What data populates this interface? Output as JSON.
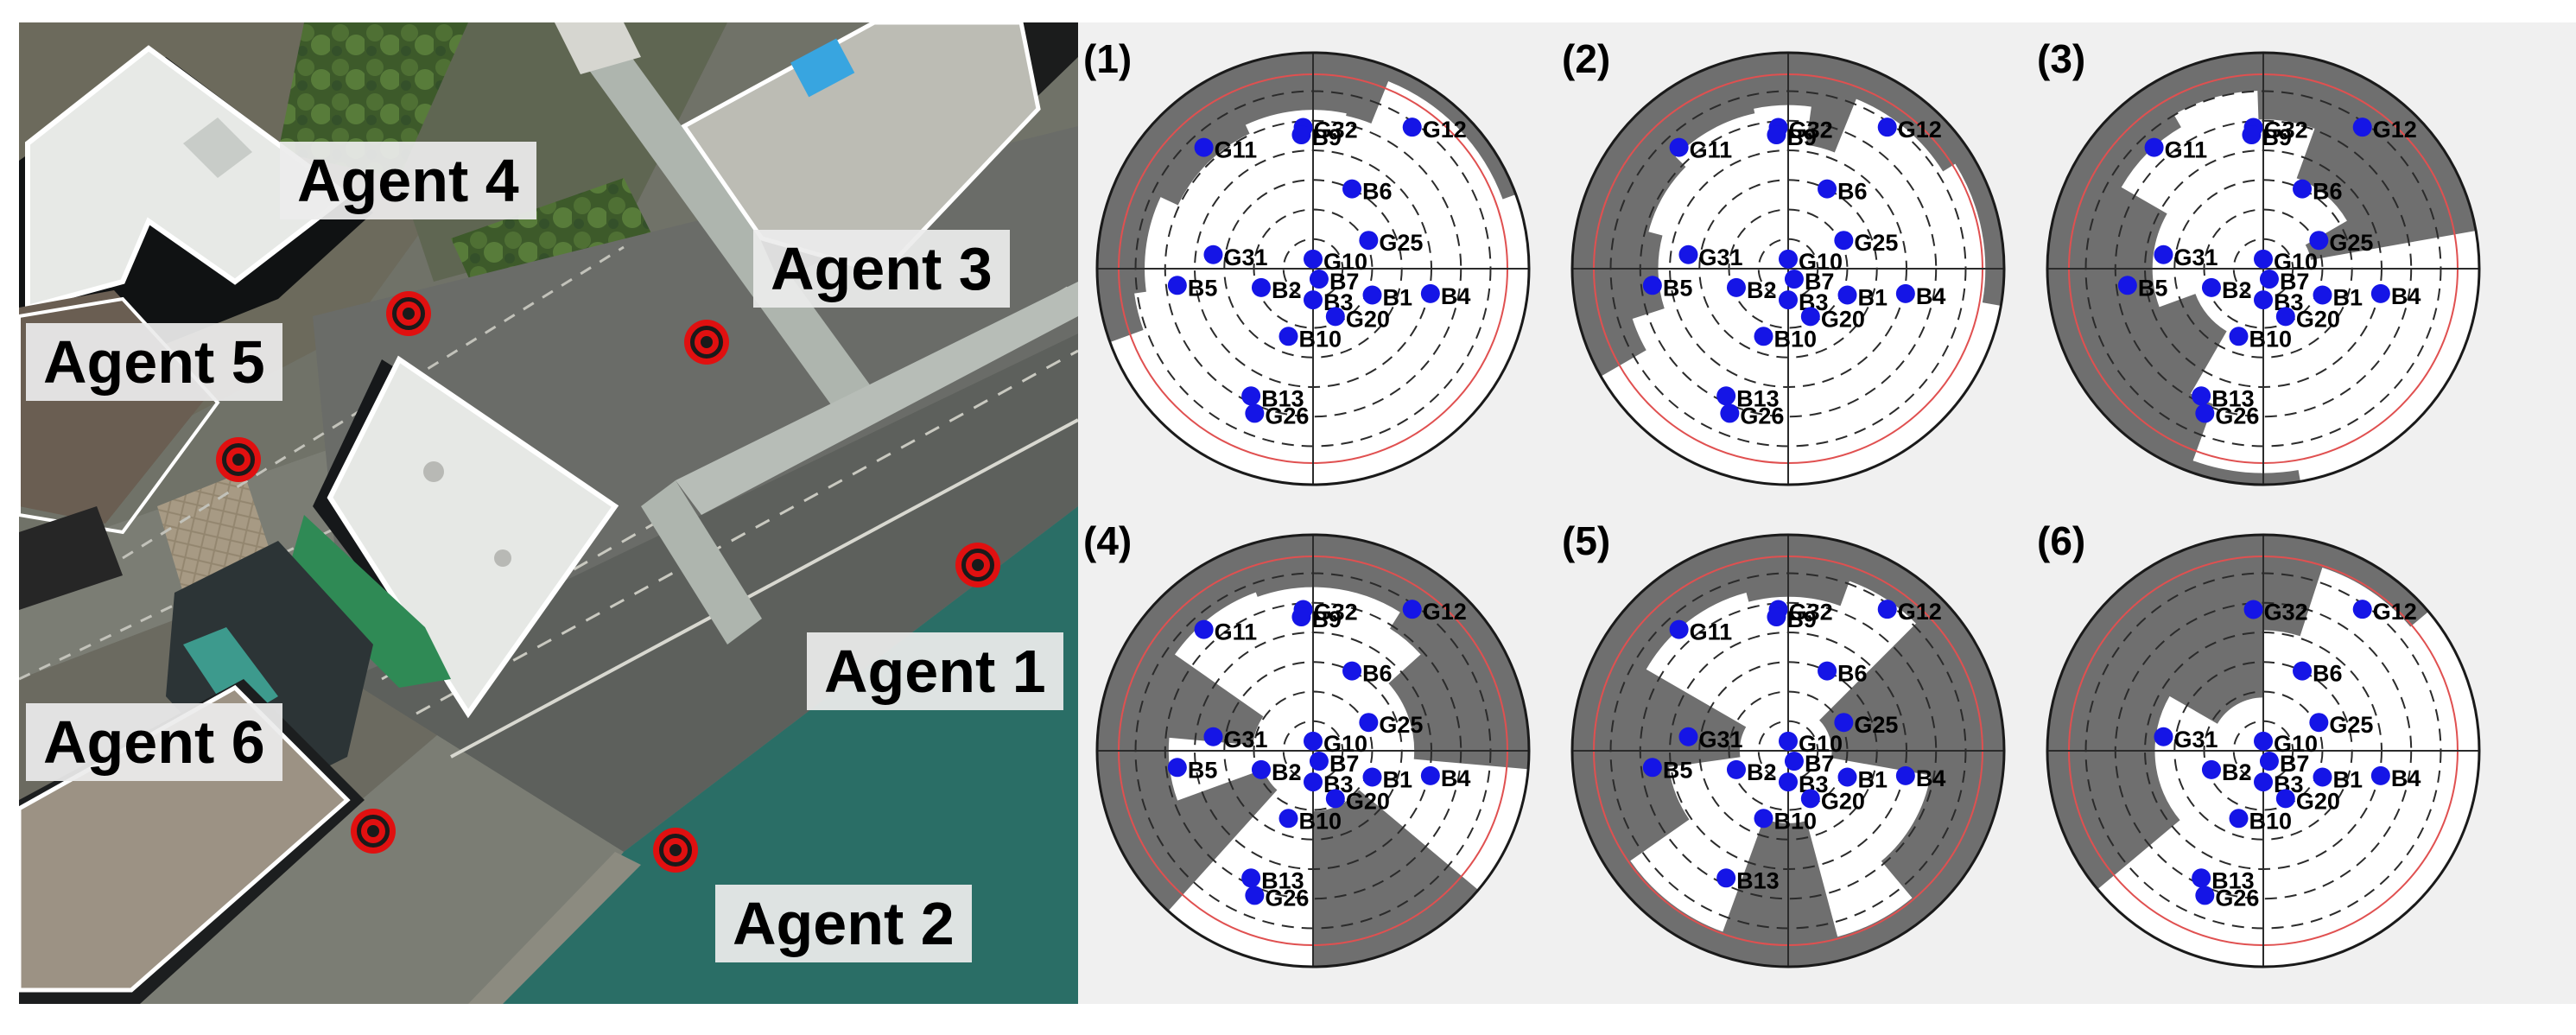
{
  "map": {
    "agents": [
      {
        "id": "agent-4",
        "label": "Agent 4"
      },
      {
        "id": "agent-3",
        "label": "Agent 3"
      },
      {
        "id": "agent-5",
        "label": "Agent 5"
      },
      {
        "id": "agent-1",
        "label": "Agent 1"
      },
      {
        "id": "agent-6",
        "label": "Agent 6"
      },
      {
        "id": "agent-2",
        "label": "Agent 2"
      }
    ],
    "colors": {
      "marker": "#e01010",
      "water": "#2a6e66",
      "building_roof": "#e7e9e6"
    }
  },
  "skyplots": {
    "colors": {
      "blocked": "#6f6f6f",
      "open": "#ffffff",
      "satellite": "#1515e6",
      "elevation_mask": "#e05050",
      "grid": "#2b2b2b"
    },
    "panels": [
      {
        "tag": "(1)",
        "satellites": [
          {
            "id": "G11",
            "az": 318,
            "el": 22
          },
          {
            "id": "G32",
            "az": 356,
            "el": 31
          },
          {
            "id": "B9",
            "az": 355,
            "el": 34
          },
          {
            "id": "G12",
            "az": 35,
            "el": 18
          },
          {
            "id": "B6",
            "az": 26,
            "el": 53
          },
          {
            "id": "G25",
            "az": 63,
            "el": 64
          },
          {
            "id": "G10",
            "az": 0,
            "el": 86
          },
          {
            "id": "G31",
            "az": 278,
            "el": 48
          },
          {
            "id": "B5",
            "az": 263,
            "el": 33
          },
          {
            "id": "B7",
            "az": 150,
            "el": 85
          },
          {
            "id": "B2",
            "az": 250,
            "el": 67
          },
          {
            "id": "B3",
            "az": 180,
            "el": 77
          },
          {
            "id": "B1",
            "az": 114,
            "el": 63
          },
          {
            "id": "B4",
            "az": 102,
            "el": 40
          },
          {
            "id": "G20",
            "az": 155,
            "el": 68
          },
          {
            "id": "B10",
            "az": 200,
            "el": 60
          },
          {
            "id": "B13",
            "az": 206,
            "el": 31
          },
          {
            "id": "G26",
            "az": 202,
            "el": 25
          }
        ],
        "open_sky": [
          [
            295,
            335,
            90,
            28
          ],
          [
            335,
            12,
            90,
            24
          ],
          [
            12,
            22,
            90,
            25
          ],
          [
            22,
            70,
            90,
            6
          ],
          [
            70,
            110,
            90,
            0
          ],
          [
            110,
            150,
            90,
            0
          ],
          [
            150,
            210,
            90,
            0
          ],
          [
            210,
            250,
            90,
            0
          ],
          [
            250,
            262,
            90,
            15
          ],
          [
            262,
            295,
            90,
            20
          ]
        ]
      },
      {
        "tag": "(2)",
        "satellites": [
          {
            "id": "G11",
            "az": 318,
            "el": 22
          },
          {
            "id": "G32",
            "az": 356,
            "el": 31
          },
          {
            "id": "B9",
            "az": 355,
            "el": 34
          },
          {
            "id": "G12",
            "az": 35,
            "el": 18
          },
          {
            "id": "B6",
            "az": 26,
            "el": 53
          },
          {
            "id": "G25",
            "az": 63,
            "el": 64
          },
          {
            "id": "G10",
            "az": 0,
            "el": 86
          },
          {
            "id": "G31",
            "az": 278,
            "el": 48
          },
          {
            "id": "B5",
            "az": 263,
            "el": 33
          },
          {
            "id": "B7",
            "az": 150,
            "el": 85
          },
          {
            "id": "B2",
            "az": 250,
            "el": 67
          },
          {
            "id": "B3",
            "az": 180,
            "el": 77
          },
          {
            "id": "B1",
            "az": 114,
            "el": 63
          },
          {
            "id": "B4",
            "az": 102,
            "el": 40
          },
          {
            "id": "G20",
            "az": 155,
            "el": 68
          },
          {
            "id": "B10",
            "az": 200,
            "el": 60
          },
          {
            "id": "B13",
            "az": 206,
            "el": 31
          },
          {
            "id": "G26",
            "az": 202,
            "el": 25
          }
        ],
        "open_sky": [
          [
            285,
            315,
            90,
            30
          ],
          [
            315,
            348,
            90,
            24
          ],
          [
            348,
            8,
            90,
            22
          ],
          [
            8,
            22,
            90,
            38
          ],
          [
            22,
            58,
            90,
            14
          ],
          [
            58,
            100,
            90,
            8
          ],
          [
            100,
            150,
            90,
            0
          ],
          [
            150,
            210,
            90,
            0
          ],
          [
            210,
            240,
            90,
            0
          ],
          [
            240,
            252,
            90,
            22
          ],
          [
            252,
            285,
            90,
            36
          ]
        ]
      },
      {
        "tag": "(3)",
        "satellites": [
          {
            "id": "G11",
            "az": 318,
            "el": 22
          },
          {
            "id": "G32",
            "az": 356,
            "el": 31
          },
          {
            "id": "B9",
            "az": 355,
            "el": 34
          },
          {
            "id": "G12",
            "az": 35,
            "el": 18
          },
          {
            "id": "B6",
            "az": 26,
            "el": 53
          },
          {
            "id": "G25",
            "az": 63,
            "el": 64
          },
          {
            "id": "G10",
            "az": 0,
            "el": 86
          },
          {
            "id": "G31",
            "az": 278,
            "el": 48
          },
          {
            "id": "B5",
            "az": 263,
            "el": 33
          },
          {
            "id": "B7",
            "az": 150,
            "el": 85
          },
          {
            "id": "B2",
            "az": 250,
            "el": 67
          },
          {
            "id": "B3",
            "az": 180,
            "el": 77
          },
          {
            "id": "B1",
            "az": 114,
            "el": 63
          },
          {
            "id": "B4",
            "az": 102,
            "el": 40
          },
          {
            "id": "G20",
            "az": 155,
            "el": 68
          },
          {
            "id": "B10",
            "az": 200,
            "el": 60
          },
          {
            "id": "B13",
            "az": 206,
            "el": 31
          },
          {
            "id": "G26",
            "az": 202,
            "el": 25
          }
        ],
        "open_sky": [
          [
            300,
            330,
            90,
            22
          ],
          [
            330,
            358,
            90,
            16
          ],
          [
            358,
            20,
            90,
            28
          ],
          [
            20,
            60,
            90,
            50
          ],
          [
            60,
            80,
            90,
            70
          ],
          [
            80,
            170,
            90,
            0
          ],
          [
            170,
            200,
            90,
            5
          ],
          [
            200,
            210,
            90,
            30
          ],
          [
            210,
            250,
            90,
            60
          ],
          [
            250,
            300,
            90,
            44
          ]
        ]
      },
      {
        "tag": "(4)",
        "satellites": [
          {
            "id": "G11",
            "az": 318,
            "el": 22
          },
          {
            "id": "G32",
            "az": 356,
            "el": 31
          },
          {
            "id": "B9",
            "az": 355,
            "el": 34
          },
          {
            "id": "G12",
            "az": 35,
            "el": 18
          },
          {
            "id": "B6",
            "az": 26,
            "el": 53
          },
          {
            "id": "G25",
            "az": 63,
            "el": 64
          },
          {
            "id": "G10",
            "az": 0,
            "el": 86
          },
          {
            "id": "G31",
            "az": 278,
            "el": 48
          },
          {
            "id": "B5",
            "az": 263,
            "el": 33
          },
          {
            "id": "B7",
            "az": 150,
            "el": 85
          },
          {
            "id": "B2",
            "az": 250,
            "el": 67
          },
          {
            "id": "B3",
            "az": 180,
            "el": 77
          },
          {
            "id": "B1",
            "az": 114,
            "el": 63
          },
          {
            "id": "B4",
            "az": 102,
            "el": 40
          },
          {
            "id": "G20",
            "az": 155,
            "el": 68
          },
          {
            "id": "B10",
            "az": 200,
            "el": 60
          },
          {
            "id": "B13",
            "az": 206,
            "el": 31
          },
          {
            "id": "G26",
            "az": 202,
            "el": 25
          }
        ],
        "open_sky": [
          [
            305,
            340,
            90,
            20
          ],
          [
            340,
            32,
            90,
            22
          ],
          [
            32,
            48,
            90,
            30
          ],
          [
            48,
            95,
            90,
            48
          ],
          [
            95,
            130,
            90,
            0
          ],
          [
            130,
            180,
            90,
            65
          ],
          [
            180,
            222,
            90,
            0
          ],
          [
            222,
            250,
            90,
            68
          ],
          [
            250,
            275,
            90,
            30
          ],
          [
            275,
            305,
            90,
            65
          ]
        ]
      },
      {
        "tag": "(5)",
        "satellites": [
          {
            "id": "G11",
            "az": 318,
            "el": 22
          },
          {
            "id": "G32",
            "az": 356,
            "el": 31
          },
          {
            "id": "B9",
            "az": 355,
            "el": 34
          },
          {
            "id": "G12",
            "az": 35,
            "el": 18
          },
          {
            "id": "B6",
            "az": 26,
            "el": 53
          },
          {
            "id": "G25",
            "az": 63,
            "el": 64
          },
          {
            "id": "G10",
            "az": 0,
            "el": 86
          },
          {
            "id": "G31",
            "az": 278,
            "el": 48
          },
          {
            "id": "B5",
            "az": 263,
            "el": 33
          },
          {
            "id": "B7",
            "az": 150,
            "el": 85
          },
          {
            "id": "B2",
            "az": 250,
            "el": 67
          },
          {
            "id": "B3",
            "az": 180,
            "el": 77
          },
          {
            "id": "B1",
            "az": 114,
            "el": 63
          },
          {
            "id": "B4",
            "az": 102,
            "el": 40
          },
          {
            "id": "G20",
            "az": 155,
            "el": 68
          },
          {
            "id": "B10",
            "az": 200,
            "el": 60
          },
          {
            "id": "B13",
            "az": 206,
            "el": 31
          }
        ],
        "open_sky": [
          [
            300,
            345,
            90,
            22
          ],
          [
            345,
            20,
            90,
            26
          ],
          [
            20,
            45,
            90,
            15
          ],
          [
            45,
            100,
            90,
            72
          ],
          [
            100,
            140,
            90,
            30
          ],
          [
            140,
            165,
            90,
            10
          ],
          [
            165,
            200,
            90,
            60
          ],
          [
            200,
            235,
            90,
            10
          ],
          [
            235,
            262,
            90,
            40
          ],
          [
            262,
            300,
            90,
            70
          ]
        ]
      },
      {
        "tag": "(6)",
        "satellites": [
          {
            "id": "G32",
            "az": 356,
            "el": 31
          },
          {
            "id": "G12",
            "az": 35,
            "el": 18
          },
          {
            "id": "B6",
            "az": 26,
            "el": 53
          },
          {
            "id": "G25",
            "az": 63,
            "el": 64
          },
          {
            "id": "G10",
            "az": 0,
            "el": 86
          },
          {
            "id": "G31",
            "az": 278,
            "el": 48
          },
          {
            "id": "B7",
            "az": 150,
            "el": 85
          },
          {
            "id": "B2",
            "az": 250,
            "el": 67
          },
          {
            "id": "B3",
            "az": 180,
            "el": 77
          },
          {
            "id": "B1",
            "az": 114,
            "el": 63
          },
          {
            "id": "B4",
            "az": 102,
            "el": 40
          },
          {
            "id": "G20",
            "az": 155,
            "el": 68
          },
          {
            "id": "B10",
            "az": 200,
            "el": 60
          },
          {
            "id": "B13",
            "az": 206,
            "el": 31
          },
          {
            "id": "G26",
            "az": 202,
            "el": 25
          }
        ],
        "open_sky": [
          [
            0,
            18,
            90,
            40
          ],
          [
            18,
            50,
            90,
            10
          ],
          [
            50,
            115,
            90,
            0
          ],
          [
            115,
            160,
            90,
            0
          ],
          [
            160,
            230,
            90,
            0
          ],
          [
            230,
            300,
            90,
            45
          ],
          [
            300,
            360,
            90,
            68
          ]
        ]
      }
    ]
  }
}
